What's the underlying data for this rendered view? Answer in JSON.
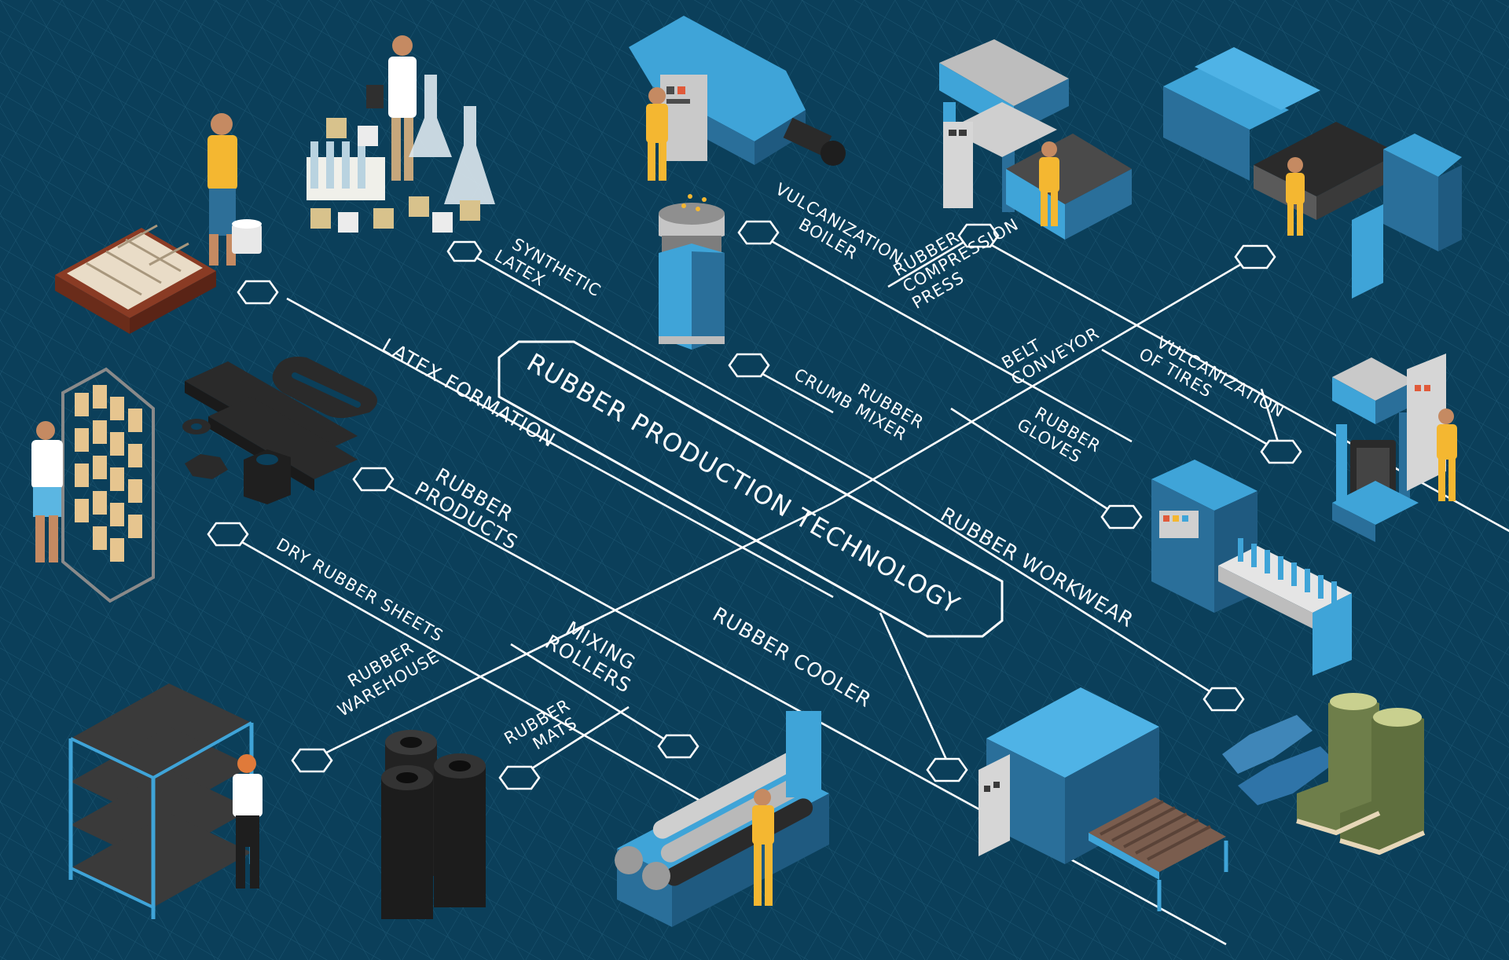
{
  "title": "Rubber production technology",
  "colors": {
    "background": "#0b3f5a",
    "grid": "#1f5a76",
    "line": "#ffffff",
    "machine_blue": "#3fa4d8",
    "machine_dark": "#2a6f9a",
    "rubber_black": "#262626",
    "worker_yellow": "#f4b731",
    "boot_green": "#6e7e4a"
  },
  "labels": {
    "synthetic_latex": [
      "Synthetic",
      "latex"
    ],
    "vulcanization_boiler": [
      "Vulcanization",
      "boiler"
    ],
    "rubber_compression_press": [
      "Rubber",
      "compression",
      "press"
    ],
    "belt_conveyor": [
      "Belt",
      "conveyor"
    ],
    "vulcanization_of_tires": [
      "Vulcanization",
      "of tires"
    ],
    "latex_formation": "Latex formation",
    "rubber_crumb_mixer": [
      "Rubber",
      "crumb mixer"
    ],
    "rubber_gloves": [
      "Rubber",
      "gloves"
    ],
    "rubber_products": [
      "Rubber",
      "products"
    ],
    "rubber_workwear": "Rubber workwear",
    "dry_rubber_sheets": "Dry rubber sheets",
    "mixing_rollers": [
      "Mixing",
      "rollers"
    ],
    "rubber_cooler": "Rubber cooler",
    "rubber_warehouse": [
      "Rubber",
      "warehouse"
    ],
    "rubber_mats": [
      "Rubber",
      "mats"
    ]
  },
  "icons": [
    "synthetic-latex-lab-illustration",
    "latex-worker-illustration",
    "vulcanization-boiler-illustration",
    "rubber-compression-press-illustration",
    "tire-vulcanization-machine-illustration",
    "rubber-crumb-mixer-illustration",
    "rubber-parts-products-illustration",
    "dry-rubber-sheets-rack-illustration",
    "hydraulic-press-illustration",
    "glove-production-line-illustration",
    "rubber-warehouse-shelf-illustration",
    "rubber-mats-rolls-illustration",
    "mixing-rollers-machine-illustration",
    "rubber-cooler-machine-illustration",
    "rubber-gloves-boots-illustration"
  ]
}
